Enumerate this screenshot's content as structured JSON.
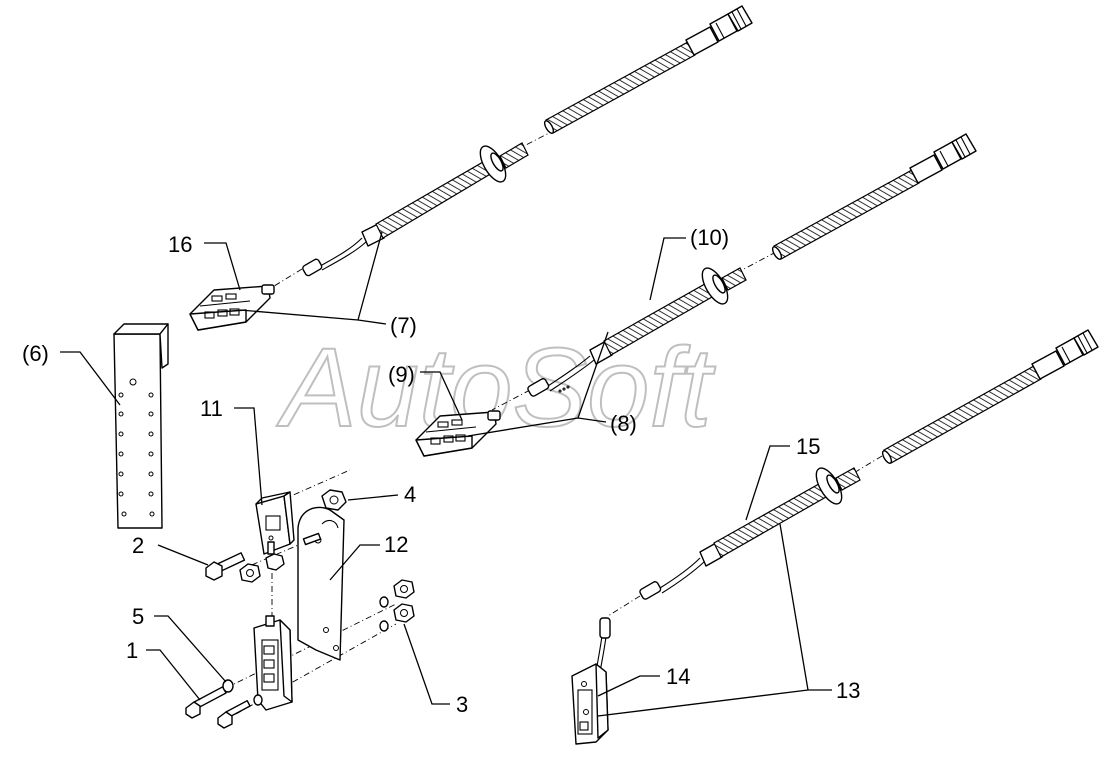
{
  "watermark": "AutoSoft",
  "labels": {
    "l1": "1",
    "l2": "2",
    "l3": "3",
    "l4": "4",
    "l5": "5",
    "l6": "(6)",
    "l7": "(7)",
    "l8": "(8)",
    "l9": "(9)",
    "l10": "(10)",
    "l11": "11",
    "l12": "12",
    "l13": "13",
    "l14": "14",
    "l15": "15",
    "l16": "16"
  }
}
